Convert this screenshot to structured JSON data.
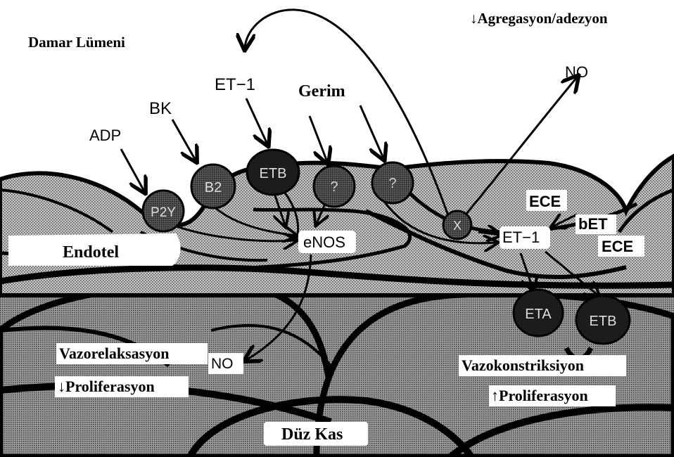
{
  "labels": {
    "damar_lumeni": "Damar Lümeni",
    "agregasyon": "↓Agregasyon/adezyon",
    "no_top": "NO",
    "et1_top": "ET−1",
    "gerim": "Gerim",
    "bk": "BK",
    "adp": "ADP",
    "endotel": "Endotel",
    "enos": "eNOS",
    "et1_cell": "ET−1",
    "ece_upper": "ECE",
    "bet": "bET",
    "ece_lower": "ECE",
    "vazorelaksasyon": "Vazorelaksasyon",
    "proliferasyon_down": "↓Proliferasyon",
    "no_muscle": "NO",
    "vazokonstriksiyon": "Vazokonstriksiyon",
    "proliferasyon_up": "↑Proliferasyon",
    "duz_kas": "Düz Kas"
  },
  "receptors": {
    "p2y": "P2Y",
    "b2": "B2",
    "etb_endo": "ETB",
    "q1": "?",
    "q2": "?",
    "x": "X",
    "eta_smc": "ETA",
    "etb_smc": "ETB"
  }
}
